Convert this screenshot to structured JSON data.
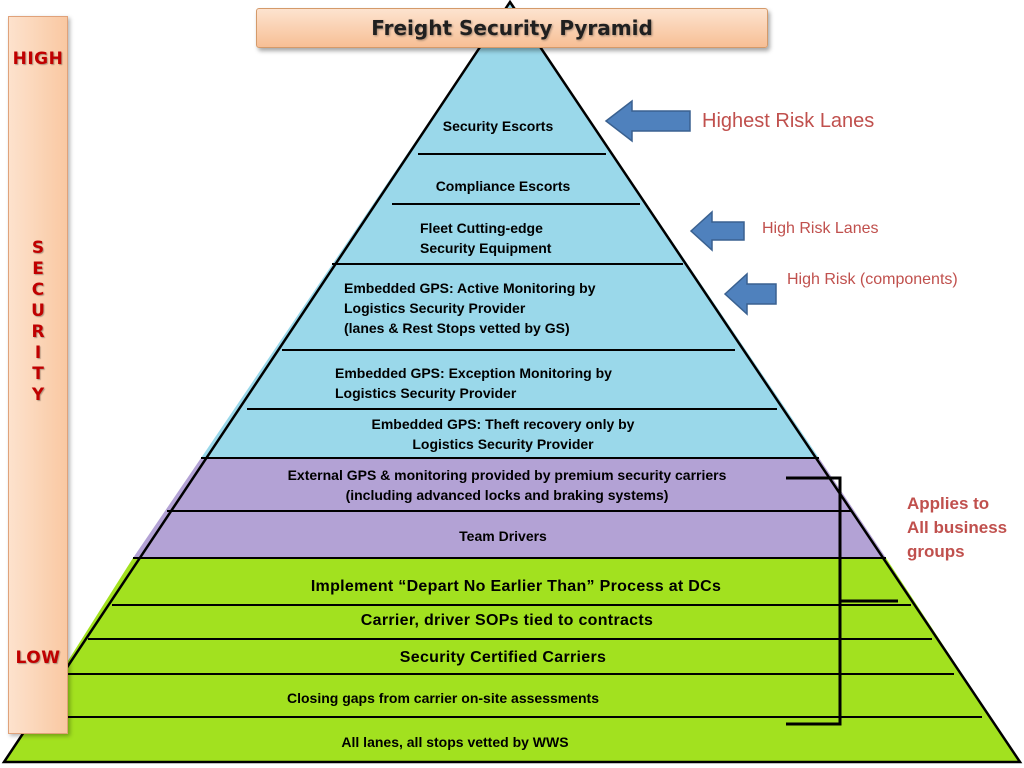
{
  "title": "Freight Security Pyramid",
  "scale": {
    "high_label": "HIGH",
    "low_label": "LOW",
    "word": "SECURITY",
    "letters": [
      "S",
      "E",
      "C",
      "U",
      "R",
      "I",
      "T",
      "Y"
    ]
  },
  "tiers": [
    {
      "lines": [
        "Security Escorts"
      ]
    },
    {
      "lines": [
        "Compliance Escorts"
      ]
    },
    {
      "lines": [
        "Fleet Cutting-edge",
        "Security Equipment"
      ]
    },
    {
      "lines": [
        "Embedded GPS:  Active Monitoring by",
        "Logistics Security Provider",
        "(lanes & Rest Stops vetted by GS)"
      ]
    },
    {
      "lines": [
        "Embedded GPS:  Exception Monitoring by",
        "Logistics Security Provider"
      ]
    },
    {
      "lines": [
        "Embedded GPS: Theft recovery only by",
        "Logistics Security Provider"
      ]
    },
    {
      "lines": [
        "External GPS & monitoring provided by premium security carriers",
        "(including advanced locks and braking systems)"
      ]
    },
    {
      "lines": [
        "Team Drivers"
      ]
    },
    {
      "lines": [
        "Implement “Depart No Earlier Than” Process at DCs"
      ]
    },
    {
      "lines": [
        "Carrier, driver SOPs tied to contracts"
      ]
    },
    {
      "lines": [
        "Security Certified Carriers"
      ]
    },
    {
      "lines": [
        "Closing gaps from carrier on-site assessments"
      ]
    },
    {
      "lines": [
        "All lanes, all stops vetted by WWS"
      ]
    }
  ],
  "annotations": {
    "highest": "Highest Risk Lanes",
    "high": "High Risk Lanes",
    "components": "High Risk (components)",
    "applies": [
      "Applies to",
      "All business",
      "groups"
    ]
  },
  "colors": {
    "blue": "#9ad8ea",
    "purple": "#b3a2d5",
    "green": "#a2e11f",
    "arrow_blue": "#4f81bd",
    "scale_arrow": "#7f4fa0",
    "annotation_red": "#c0504d"
  }
}
